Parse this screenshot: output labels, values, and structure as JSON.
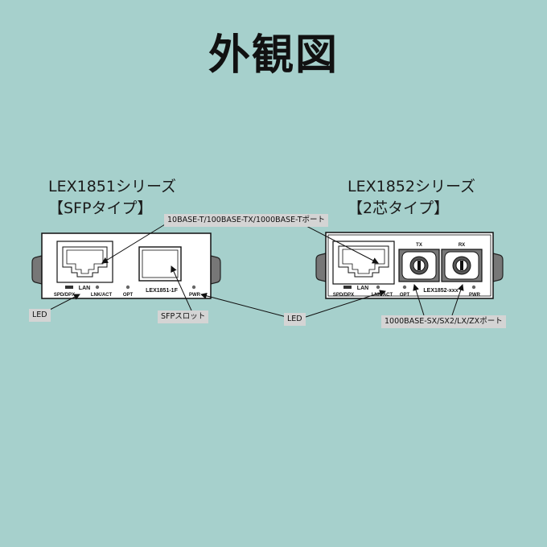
{
  "title": "外観図",
  "devices": [
    {
      "model_series": "LEX1851シリーズ",
      "type": "【SFPタイプ】",
      "labels": {
        "lan": "LAN",
        "spd": "SPD/DPX",
        "lnk": "LNK/ACT",
        "opt": "OPT",
        "model": "LEX1851-1F",
        "pwr": "PWR"
      }
    },
    {
      "model_series": "LEX1852シリーズ",
      "type": "【2芯タイプ】",
      "labels": {
        "lan": "LAN",
        "spd": "SPD/DPX",
        "lnk": "LNK/ACT",
        "opt": "OPT",
        "model": "LEX1852-xxx",
        "pwr": "PWR",
        "tx": "TX",
        "rx": "RX"
      }
    }
  ],
  "callouts": {
    "port_10base": "10BASE-T/100BASE-TX/1000BASE-Tポート",
    "led_left": "LED",
    "sfp_slot": "SFPスロット",
    "led_center": "LED",
    "port_1000base": "1000BASE-SX/SX2/LX/ZXポート"
  }
}
